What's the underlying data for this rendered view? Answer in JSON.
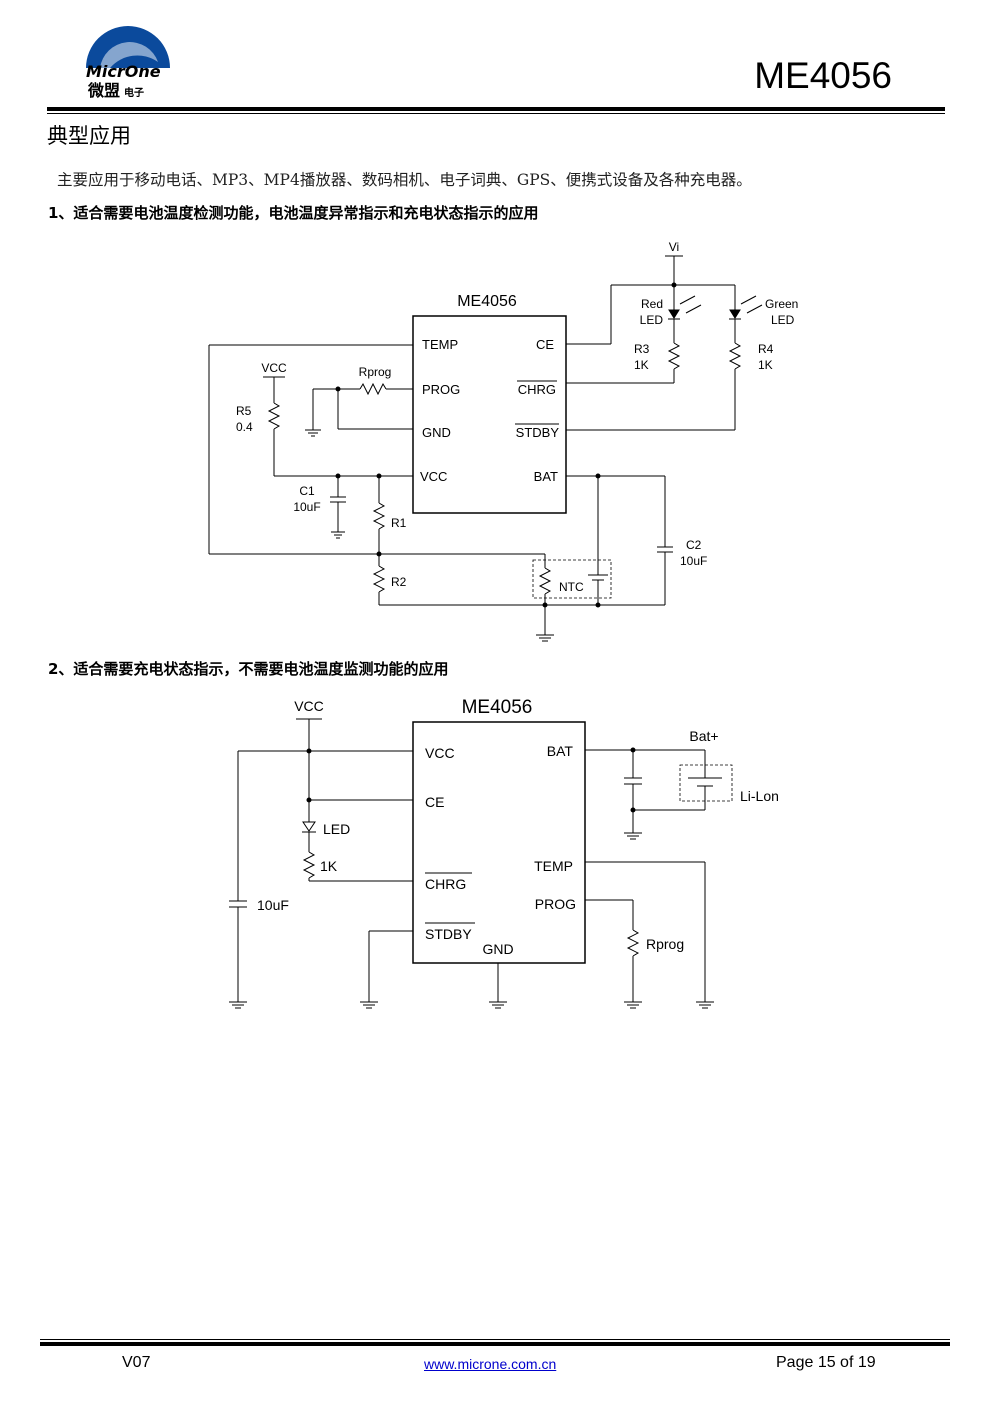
{
  "header": {
    "logo_text_latin": "MicrOne",
    "logo_text_cn": "微盟",
    "logo_text_cn_small": "电子",
    "doc_title": "ME4056"
  },
  "section": {
    "title": "典型应用",
    "intro": "主要应用于移动电话、MP3、MP4播放器、数码相机、电子词典、GPS、便携式设备及各种充电器。"
  },
  "app1": {
    "heading": "1、适合需要电池温度检测功能，电池温度异常指示和充电状态指示的应用",
    "chip_name": "ME4056",
    "pins_left": [
      "TEMP",
      "PROG",
      "GND",
      "VCC"
    ],
    "pins_right": [
      "CE",
      "CHRG",
      "STDBY",
      "BAT"
    ],
    "vi": "Vi",
    "vcc": "VCC",
    "rprog": "Rprog",
    "r5": "R5",
    "r5_val": "0.4",
    "c1": "C1",
    "c1_val": "10uF",
    "r1": "R1",
    "r2": "R2",
    "ntc": "NTC",
    "c2": "C2",
    "c2_val": "10uF",
    "red": "Red",
    "green": "Green",
    "led": "LED",
    "r3": "R3",
    "r4": "R4",
    "one_k": "1K"
  },
  "app2": {
    "heading": "2、适合需要充电状态指示，不需要电池温度监测功能的应用",
    "vcc_label": "VCC",
    "chip_name": "ME4056",
    "pins_left": [
      "VCC",
      "CE",
      "CHRG",
      "STDBY"
    ],
    "pins_right": [
      "BAT",
      "TEMP",
      "PROG"
    ],
    "gnd_pin": "GND",
    "bat_plus": "Bat+",
    "li_lon": "Li-Lon",
    "led": "LED",
    "one_k": "1K",
    "cap_val": "10uF",
    "rprog": "Rprog"
  },
  "footer": {
    "version": "V07",
    "url": "www.microne.com.cn",
    "page": "Page 15 of 19"
  },
  "colors": {
    "logo_blue": "#0b4a9c",
    "link": "#0000cc"
  }
}
